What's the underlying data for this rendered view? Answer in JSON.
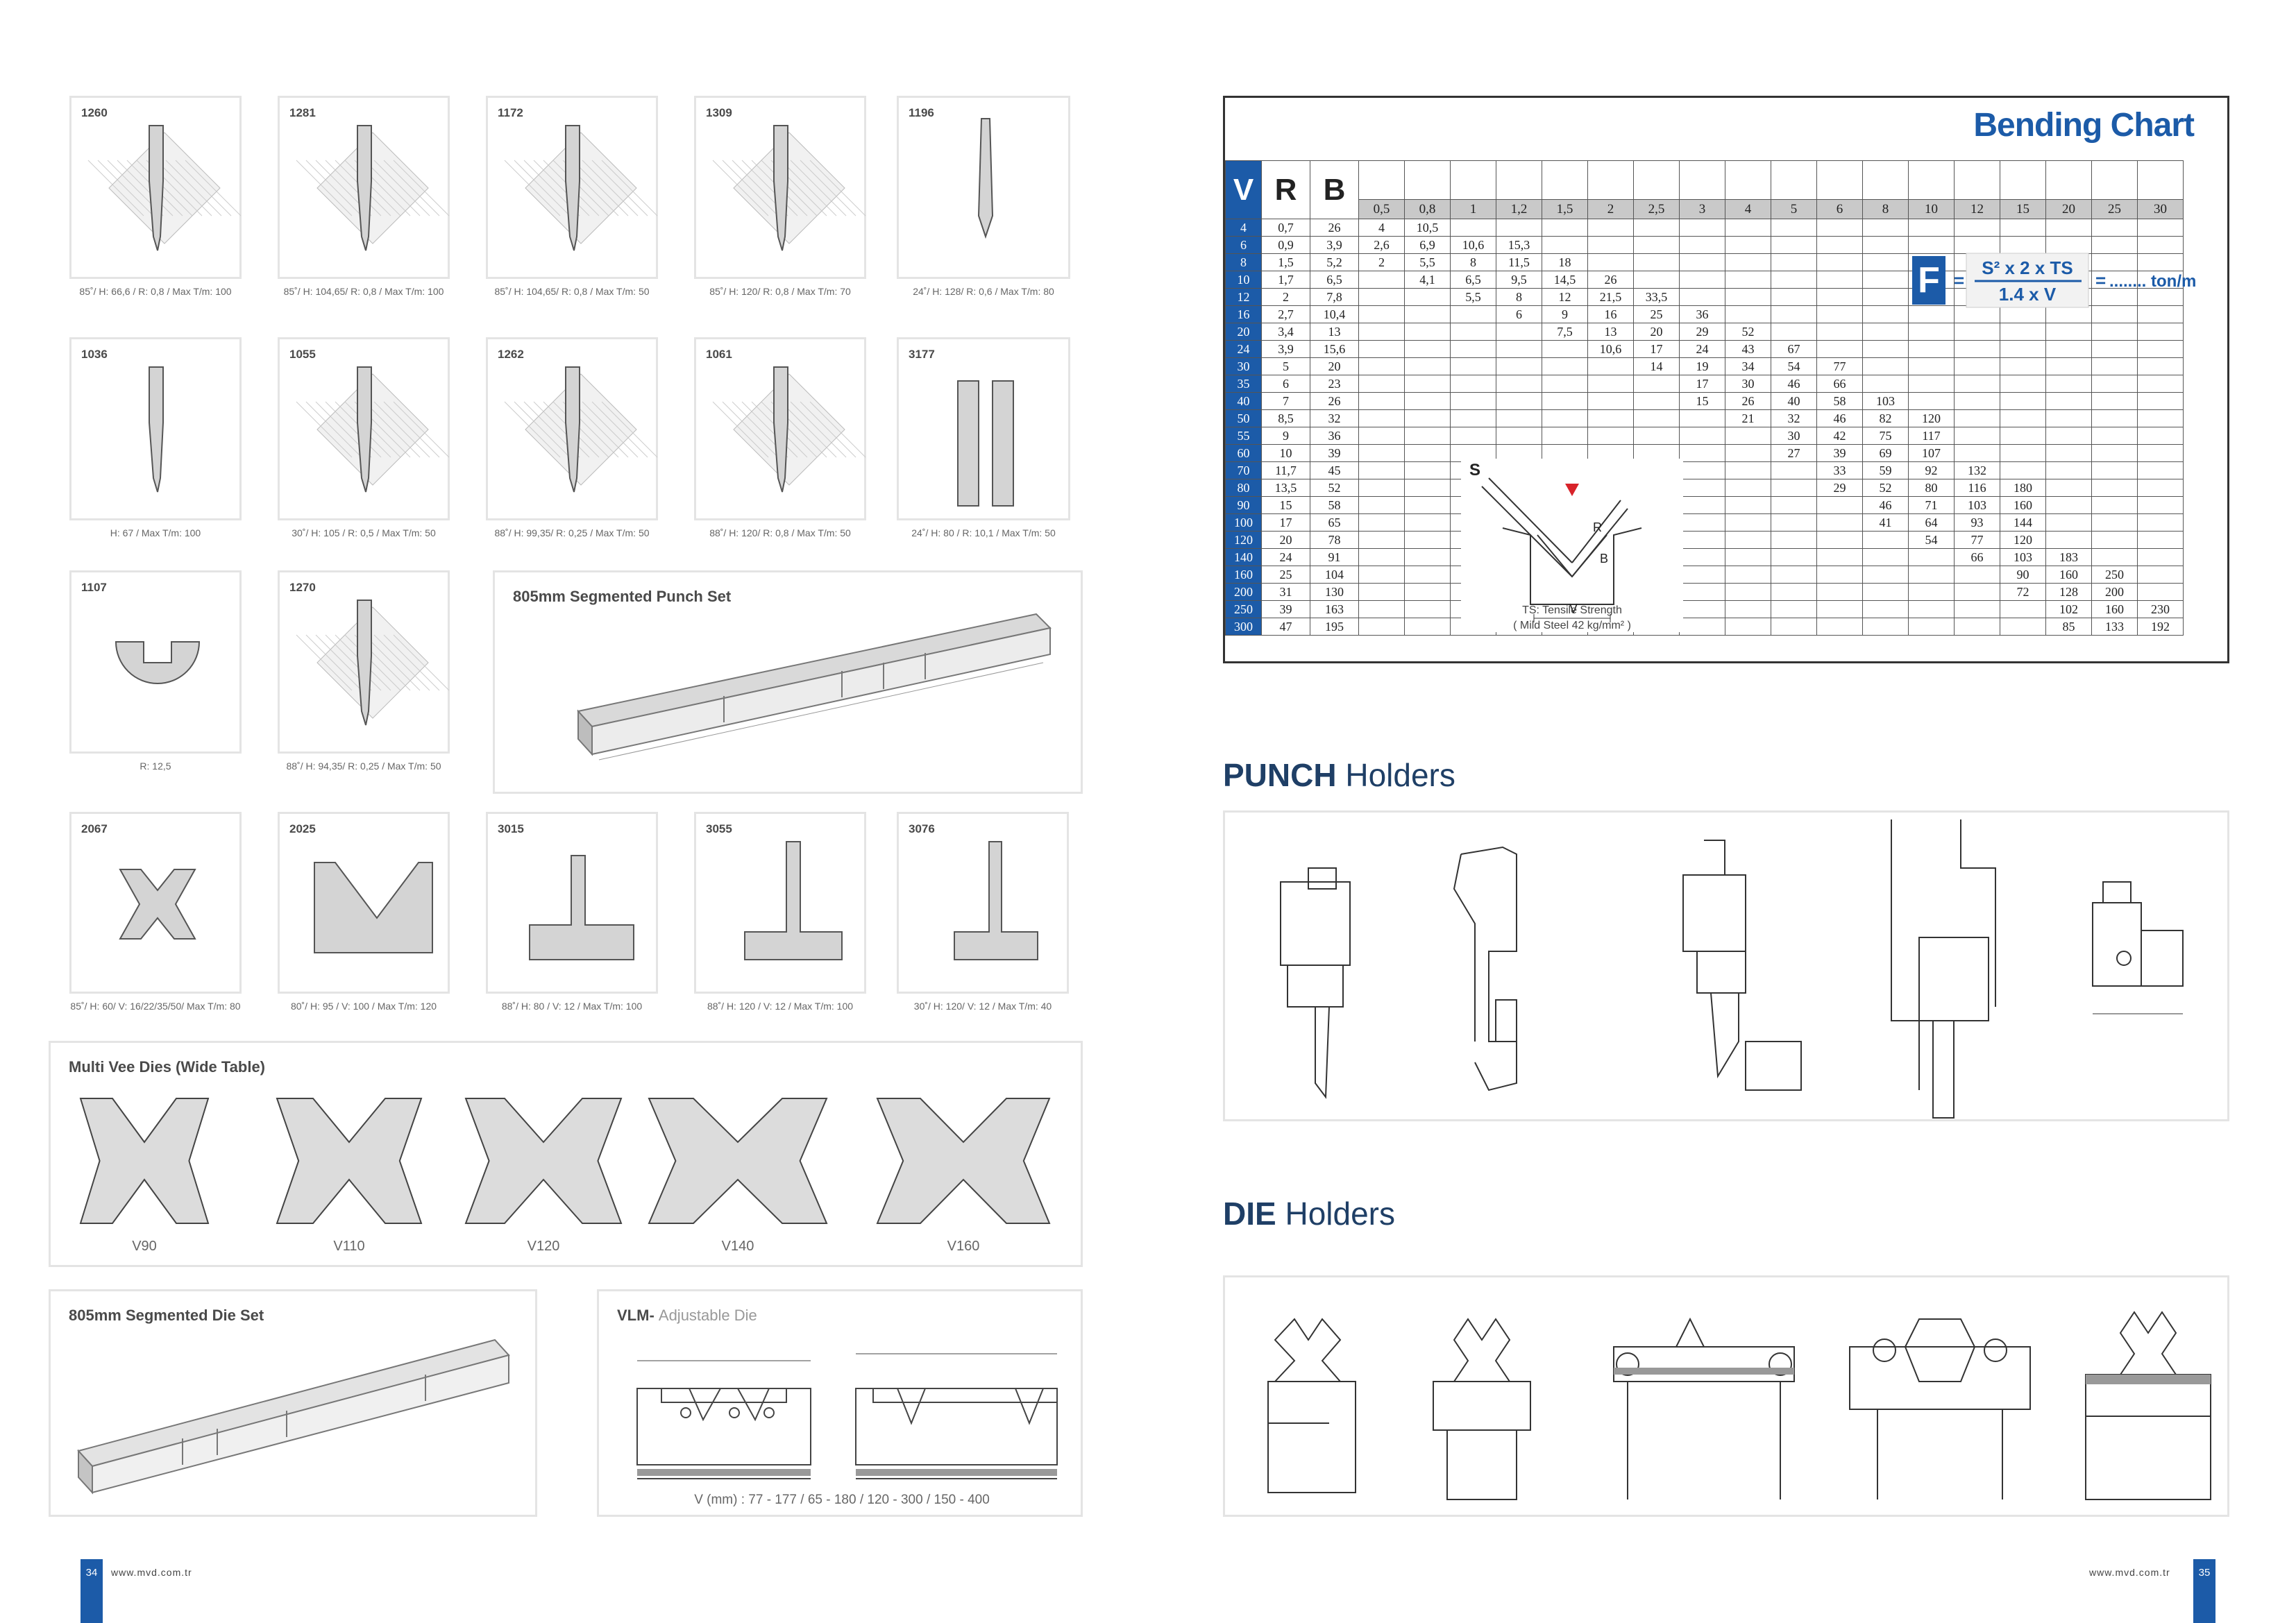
{
  "colors": {
    "brand_blue": "#1c5ba8",
    "heading_navy": "#1f3f66",
    "card_border": "#e4e4e4",
    "table_header": "#c9c9c9"
  },
  "punches": [
    {
      "code": "1260",
      "caption": "85˚/ H: 66,6 / R: 0,8 / Max T/m: 100"
    },
    {
      "code": "1281",
      "caption": "85˚/ H: 104,65/ R: 0,8 / Max T/m: 100"
    },
    {
      "code": "1172",
      "caption": "85˚/ H: 104,65/ R: 0,8 / Max T/m: 50"
    },
    {
      "code": "1309",
      "caption": "85˚/ H: 120/ R: 0,8 / Max T/m: 70"
    },
    {
      "code": "1196",
      "caption": "24˚/ H: 128/ R: 0,6 / Max T/m: 80"
    },
    {
      "code": "1036",
      "caption": "H: 67 / Max T/m: 100"
    },
    {
      "code": "1055",
      "caption": "30˚/ H: 105 / R: 0,5 / Max T/m: 50"
    },
    {
      "code": "1262",
      "caption": "88˚/ H: 99,35/ R: 0,25 / Max T/m: 50"
    },
    {
      "code": "1061",
      "caption": "88˚/ H: 120/ R: 0,8 / Max T/m: 50"
    },
    {
      "code": "3177",
      "caption": "24˚/ H: 80 / R: 10,1 / Max T/m: 50"
    },
    {
      "code": "1107",
      "caption": "R: 12,5"
    },
    {
      "code": "1270",
      "caption": "88˚/ H: 94,35/ R: 0,25 / Max T/m: 50"
    }
  ],
  "segmented_punch_set": {
    "title": "805mm Segmented Punch Set"
  },
  "dies": [
    {
      "code": "2067",
      "caption": "85˚/ H: 60/ V: 16/22/35/50/ Max T/m: 80"
    },
    {
      "code": "2025",
      "caption": "80˚/ H: 95 / V: 100 / Max T/m: 120"
    },
    {
      "code": "3015",
      "caption": "88˚/ H: 80 / V: 12 / Max T/m: 100"
    },
    {
      "code": "3055",
      "caption": "88˚/ H: 120 / V: 12 / Max T/m: 100"
    },
    {
      "code": "3076",
      "caption": "30˚/ H: 120/ V: 12 / Max T/m: 40"
    }
  ],
  "multi_vee": {
    "title": "Multi Vee Dies (Wide Table)",
    "items": [
      "V90",
      "V110",
      "V120",
      "V140",
      "V160"
    ]
  },
  "segmented_die_set": {
    "title": "805mm Segmented Die Set"
  },
  "vlm": {
    "title": "VLM-",
    "subtitle": "Adjustable Die",
    "caption": "V (mm) : 77 - 177 / 65 - 180 / 120 - 300 / 150 - 400"
  },
  "bending_chart": {
    "title": "Bending Chart",
    "col_headers": [
      "V",
      "R",
      "B"
    ],
    "thickness": [
      "0,5",
      "0,8",
      "1",
      "1,2",
      "1,5",
      "2",
      "2,5",
      "3",
      "4",
      "5",
      "6",
      "8",
      "10",
      "12",
      "15",
      "20",
      "25",
      "30"
    ],
    "rows": [
      {
        "v": "4",
        "r": "0,7",
        "b": "26",
        "t": [
          "4",
          "10,5",
          "",
          "",
          "",
          "",
          "",
          "",
          "",
          "",
          "",
          "",
          "",
          "",
          "",
          "",
          "",
          ""
        ]
      },
      {
        "v": "6",
        "r": "0,9",
        "b": "3,9",
        "t": [
          "2,6",
          "6,9",
          "10,6",
          "15,3",
          "",
          "",
          "",
          "",
          "",
          "",
          "",
          "",
          "",
          "",
          "",
          "",
          "",
          ""
        ]
      },
      {
        "v": "8",
        "r": "1,5",
        "b": "5,2",
        "t": [
          "2",
          "5,5",
          "8",
          "11,5",
          "18",
          "",
          "",
          "",
          "",
          "",
          "",
          "",
          "",
          "",
          "",
          "",
          "",
          ""
        ]
      },
      {
        "v": "10",
        "r": "1,7",
        "b": "6,5",
        "t": [
          "",
          "4,1",
          "6,5",
          "9,5",
          "14,5",
          "26",
          "",
          "",
          "",
          "",
          "",
          "",
          "",
          "",
          "",
          "",
          "",
          ""
        ]
      },
      {
        "v": "12",
        "r": "2",
        "b": "7,8",
        "t": [
          "",
          "",
          "5,5",
          "8",
          "12",
          "21,5",
          "33,5",
          "",
          "",
          "",
          "",
          "",
          "",
          "",
          "",
          "",
          "",
          ""
        ]
      },
      {
        "v": "16",
        "r": "2,7",
        "b": "10,4",
        "t": [
          "",
          "",
          "",
          "6",
          "9",
          "16",
          "25",
          "36",
          "",
          "",
          "",
          "",
          "",
          "",
          "",
          "",
          "",
          ""
        ]
      },
      {
        "v": "20",
        "r": "3,4",
        "b": "13",
        "t": [
          "",
          "",
          "",
          "",
          "7,5",
          "13",
          "20",
          "29",
          "52",
          "",
          "",
          "",
          "",
          "",
          "",
          "",
          "",
          ""
        ]
      },
      {
        "v": "24",
        "r": "3,9",
        "b": "15,6",
        "t": [
          "",
          "",
          "",
          "",
          "",
          "10,6",
          "17",
          "24",
          "43",
          "67",
          "",
          "",
          "",
          "",
          "",
          "",
          "",
          ""
        ]
      },
      {
        "v": "30",
        "r": "5",
        "b": "20",
        "t": [
          "",
          "",
          "",
          "",
          "",
          "",
          "14",
          "19",
          "34",
          "54",
          "77",
          "",
          "",
          "",
          "",
          "",
          "",
          ""
        ]
      },
      {
        "v": "35",
        "r": "6",
        "b": "23",
        "t": [
          "",
          "",
          "",
          "",
          "",
          "",
          "",
          "17",
          "30",
          "46",
          "66",
          "",
          "",
          "",
          "",
          "",
          "",
          ""
        ]
      },
      {
        "v": "40",
        "r": "7",
        "b": "26",
        "t": [
          "",
          "",
          "",
          "",
          "",
          "",
          "",
          "15",
          "26",
          "40",
          "58",
          "103",
          "",
          "",
          "",
          "",
          "",
          ""
        ]
      },
      {
        "v": "50",
        "r": "8,5",
        "b": "32",
        "t": [
          "",
          "",
          "",
          "",
          "",
          "",
          "",
          "",
          "21",
          "32",
          "46",
          "82",
          "120",
          "",
          "",
          "",
          "",
          ""
        ]
      },
      {
        "v": "55",
        "r": "9",
        "b": "36",
        "t": [
          "",
          "",
          "",
          "",
          "",
          "",
          "",
          "",
          "",
          "30",
          "42",
          "75",
          "117",
          "",
          "",
          "",
          "",
          ""
        ]
      },
      {
        "v": "60",
        "r": "10",
        "b": "39",
        "t": [
          "",
          "",
          "",
          "",
          "",
          "",
          "",
          "",
          "",
          "27",
          "39",
          "69",
          "107",
          "",
          "",
          "",
          "",
          ""
        ]
      },
      {
        "v": "70",
        "r": "11,7",
        "b": "45",
        "t": [
          "",
          "",
          "",
          "",
          "",
          "",
          "",
          "",
          "",
          "",
          "33",
          "59",
          "92",
          "132",
          "",
          "",
          "",
          ""
        ]
      },
      {
        "v": "80",
        "r": "13,5",
        "b": "52",
        "t": [
          "",
          "",
          "",
          "",
          "",
          "",
          "",
          "",
          "",
          "",
          "29",
          "52",
          "80",
          "116",
          "180",
          "",
          "",
          ""
        ]
      },
      {
        "v": "90",
        "r": "15",
        "b": "58",
        "t": [
          "",
          "",
          "",
          "",
          "",
          "",
          "",
          "",
          "",
          "",
          "",
          "46",
          "71",
          "103",
          "160",
          "",
          "",
          ""
        ]
      },
      {
        "v": "100",
        "r": "17",
        "b": "65",
        "t": [
          "",
          "",
          "",
          "",
          "",
          "",
          "",
          "",
          "",
          "",
          "",
          "41",
          "64",
          "93",
          "144",
          "",
          "",
          ""
        ]
      },
      {
        "v": "120",
        "r": "20",
        "b": "78",
        "t": [
          "",
          "",
          "",
          "",
          "",
          "",
          "",
          "",
          "",
          "",
          "",
          "",
          "54",
          "77",
          "120",
          "",
          "",
          ""
        ]
      },
      {
        "v": "140",
        "r": "24",
        "b": "91",
        "t": [
          "",
          "",
          "",
          "",
          "",
          "",
          "",
          "",
          "",
          "",
          "",
          "",
          "",
          "66",
          "103",
          "183",
          "",
          ""
        ]
      },
      {
        "v": "160",
        "r": "25",
        "b": "104",
        "t": [
          "",
          "",
          "",
          "",
          "",
          "",
          "",
          "",
          "",
          "",
          "",
          "",
          "",
          "",
          "90",
          "160",
          "250",
          ""
        ]
      },
      {
        "v": "200",
        "r": "31",
        "b": "130",
        "t": [
          "",
          "",
          "",
          "",
          "",
          "",
          "",
          "",
          "",
          "",
          "",
          "",
          "",
          "",
          "72",
          "128",
          "200",
          ""
        ]
      },
      {
        "v": "250",
        "r": "39",
        "b": "163",
        "t": [
          "",
          "",
          "",
          "",
          "",
          "",
          "",
          "",
          "",
          "",
          "",
          "",
          "",
          "",
          "",
          "102",
          "160",
          "230"
        ]
      },
      {
        "v": "300",
        "r": "47",
        "b": "195",
        "t": [
          "",
          "",
          "",
          "",
          "",
          "",
          "",
          "",
          "",
          "",
          "",
          "",
          "",
          "",
          "",
          "85",
          "133",
          "192"
        ]
      }
    ],
    "formula": {
      "symbol": "F",
      "numerator": "S² x 2 x TS",
      "denominator": "1.4 x V",
      "equals": "=",
      "unit": "........ ton/m"
    },
    "diagram": {
      "s_label": "S",
      "r_label": "R",
      "b_label": "B",
      "v_label": "V",
      "ts_note_1": "TS: Tensile Strength",
      "ts_note_2": "( Mild Steel 42 kg/mm² )"
    }
  },
  "punch_holders": {
    "bold": "PUNCH",
    "normal": "Holders"
  },
  "die_holders": {
    "bold": "DIE",
    "normal": "Holders"
  },
  "footer": {
    "left_page": "34",
    "right_page": "35",
    "website": "www.mvd.com.tr"
  }
}
